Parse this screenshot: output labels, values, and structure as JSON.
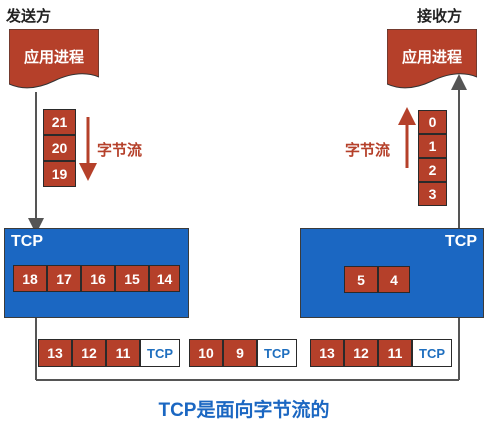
{
  "sender": {
    "title": "发送方",
    "process": "应用进程",
    "queue": [
      "21",
      "20",
      "19"
    ],
    "stream_label": "字节流",
    "tcp_label": "TCP",
    "buffer": [
      "18",
      "17",
      "16",
      "15",
      "14"
    ]
  },
  "receiver": {
    "title": "接收方",
    "process": "应用进程",
    "queue": [
      "0",
      "1",
      "2",
      "3"
    ],
    "stream_label": "字节流",
    "tcp_label": "TCP",
    "buffer": [
      "5",
      "4"
    ]
  },
  "segments": [
    {
      "bytes": [
        "13",
        "12",
        "11"
      ],
      "header": "TCP"
    },
    {
      "bytes": [
        "10",
        "9"
      ],
      "header": "TCP"
    },
    {
      "bytes": [
        "13",
        "12",
        "11"
      ],
      "header": "TCP"
    }
  ],
  "caption": "TCP是面向字节流的",
  "colors": {
    "byte": "#b5402a",
    "tcp": "#1b67c2"
  }
}
